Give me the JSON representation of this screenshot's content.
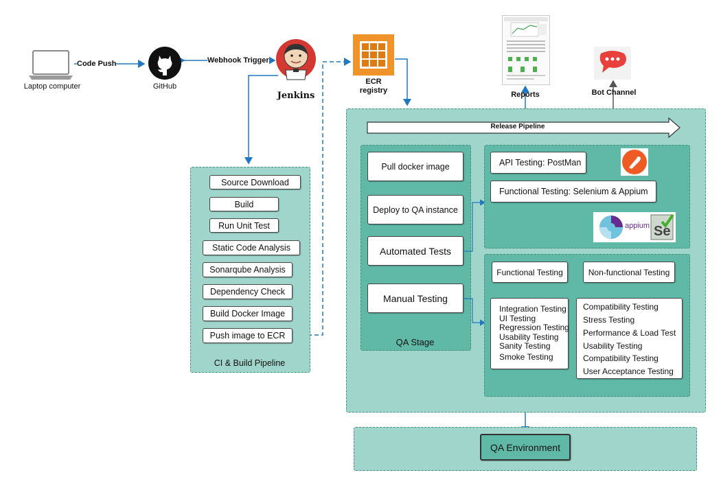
{
  "nodes": {
    "laptop": "Laptop computer",
    "github": "GitHub",
    "jenkins": "Jenkins",
    "ecr": "ECR\nregistry",
    "reports": "Reports",
    "bot_channel": "Bot Channel"
  },
  "edges": {
    "code_push": "Code Push",
    "webhook": "Webhook Trigger"
  },
  "ci_pipeline": {
    "title": "CI & Build Pipeline",
    "steps": [
      "Source Download",
      "Build",
      "Run Unit Test",
      "Static Code Analysis",
      "Sonarqube Analysis",
      "Dependency Check",
      "Build Docker Image",
      "Push image to ECR"
    ]
  },
  "release_pipeline": {
    "title": "Release Pipeline",
    "qa_stage": {
      "title": "QA Stage",
      "steps": [
        "Pull docker image",
        "Deploy to QA instance",
        "Automated Tests",
        "Manual Testing"
      ]
    },
    "automated": {
      "api": "API Testing: PostMan",
      "functional": "Functional Testing: Selenium & Appium",
      "appium_logo": "appium"
    },
    "manual": {
      "functional_title": "Functional Testing",
      "nonfunctional_title": "Non-functional Testing",
      "functional_items": [
        "Integration Testing",
        "UI Testing",
        "Regression Testing",
        "Usability Testing",
        "Sanity Testing",
        "Smoke Testing"
      ],
      "nonfunctional_items": [
        "Compatibility Testing",
        "Stress Testing",
        "Performance & Load Test",
        "Usability Testing",
        "Compatibility Testing",
        "User Acceptance Testing"
      ]
    }
  },
  "qa_environment": "QA Environment",
  "colors": {
    "light_teal": "#9fd5ca",
    "mid_teal": "#5fb9a6",
    "arrow_blue": "#1f78c1",
    "postman": "#ef5b25",
    "bot": "#e8413c"
  }
}
